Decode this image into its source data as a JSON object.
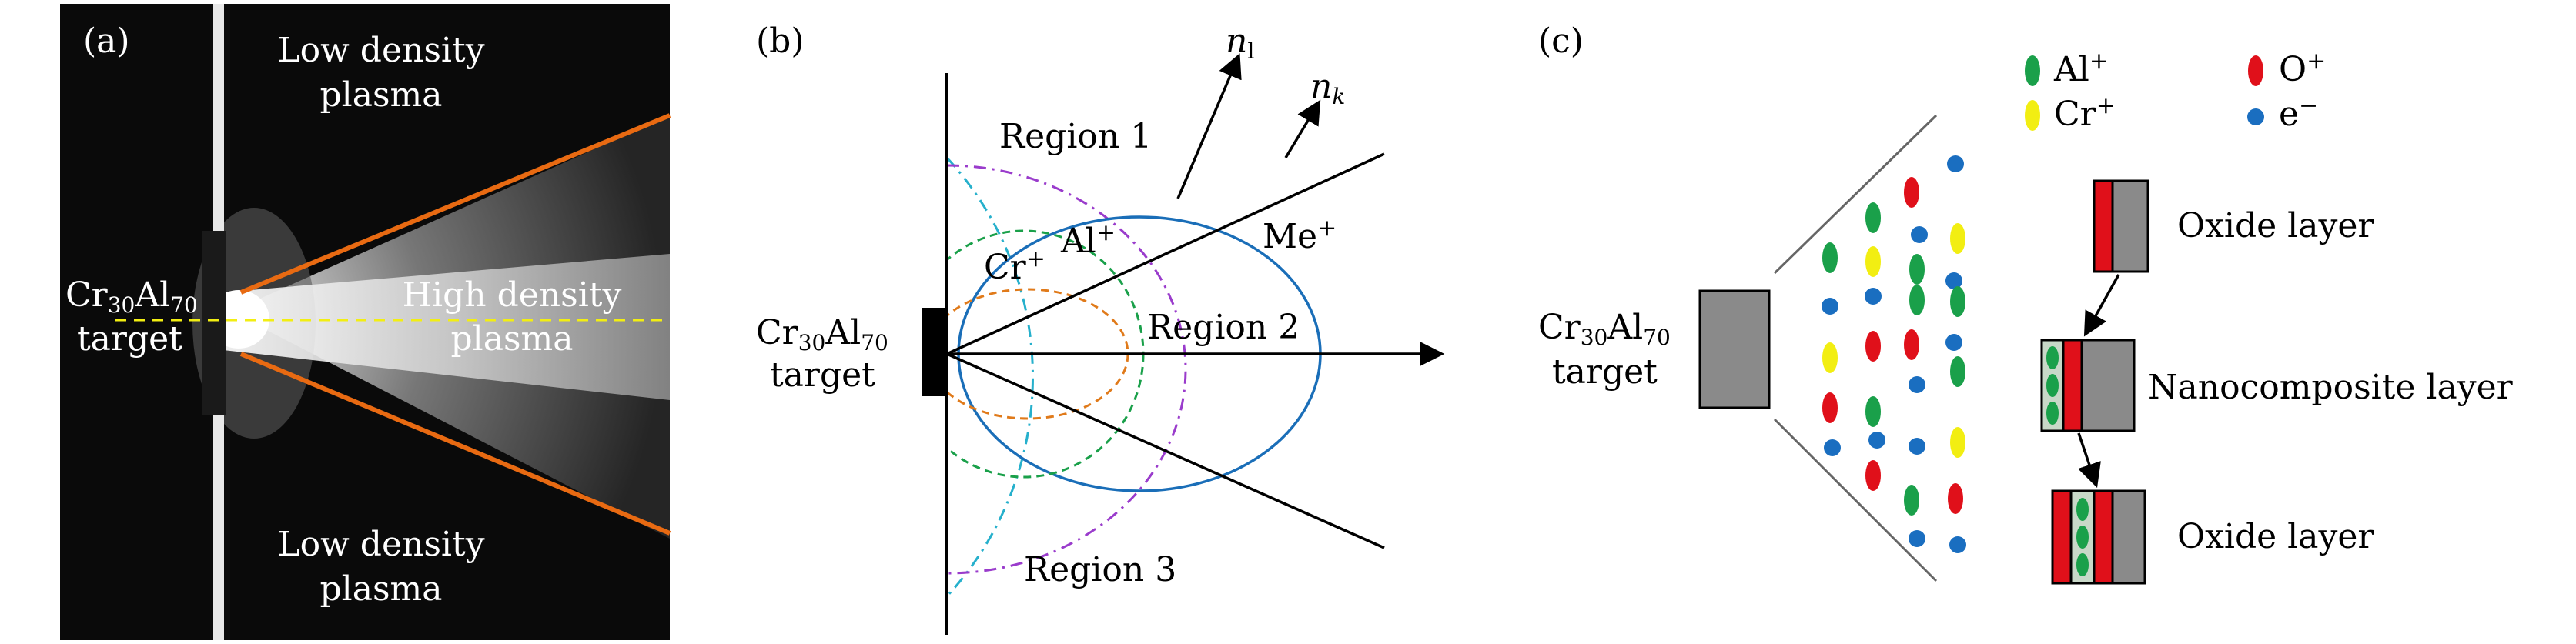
{
  "panel_a": {
    "tag": "(a)",
    "low_density_top": [
      "Low density",
      "plasma"
    ],
    "low_density_bottom": [
      "Low density",
      "plasma"
    ],
    "high_density": [
      "High density",
      "plasma"
    ],
    "target_base": "Cr",
    "target_sub1": "30",
    "target_mid": "Al",
    "target_sub2": "70",
    "target_word": "target"
  },
  "panel_b": {
    "tag": "(b)",
    "n1_base": "n",
    "n1_sub": "l",
    "nk_base": "n",
    "nk_sub": "k",
    "region1": "Region 1",
    "region2": "Region 2",
    "region3": "Region 3",
    "al_base": "Al",
    "al_sup": "+",
    "cr_base": "Cr",
    "cr_sup": "+",
    "me_base": "Me",
    "me_sup": "+",
    "target_base": "Cr",
    "target_sub1": "30",
    "target_mid": "Al",
    "target_sub2": "70",
    "target_word": "target"
  },
  "panel_c": {
    "tag": "(c)",
    "legend": {
      "al_base": "Al",
      "al_sup": "+",
      "cr_base": "Cr",
      "cr_sup": "+",
      "o_base": "O",
      "o_sup": "+",
      "e_base": "e",
      "e_sup": "−"
    },
    "layer1": "Oxide layer",
    "layer2": "Nanocomposite layer",
    "layer3": "Oxide layer",
    "target_base": "Cr",
    "target_sub1": "30",
    "target_mid": "Al",
    "target_sub2": "70",
    "target_word": "target"
  },
  "colors": {
    "al_ion": "#1aa04a",
    "cr_ion": "#f2ee12",
    "o_ion": "#e0101a",
    "electron": "#1a6ec0",
    "plasma_line": "#e86a12",
    "axis_dash": "#f2ee12",
    "region1_curve": "#9a3ccc",
    "region3_curve": "#26b0cc",
    "me_curve": "#1a6eb8",
    "al_curve": "#1aa04a",
    "cr_curve": "#e07a1a",
    "target_gray": "#8a8a8a"
  }
}
